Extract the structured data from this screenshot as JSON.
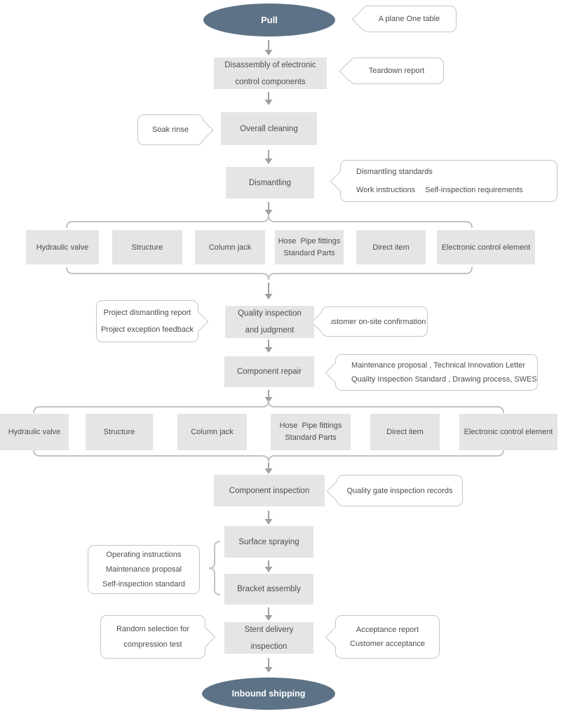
{
  "terminals": {
    "start": "Pull",
    "end": "Inbound shipping"
  },
  "process": {
    "disassembly_line1": "Disassembly of electronic",
    "disassembly_line2": "control components",
    "overall_cleaning": "Overall cleaning",
    "dismantling": "Dismantling",
    "quality_inspection_line1": "Quality inspection",
    "quality_inspection_line2": "and judgment",
    "component_repair": "Component repair",
    "component_inspection": "Component inspection",
    "surface_spraying": "Surface spraying",
    "bracket_assembly": "Bracket assembly",
    "stent_delivery_line1": "Stent delivery",
    "stent_delivery_line2": "inspection"
  },
  "components": [
    {
      "line1": "Hydraulic valve"
    },
    {
      "line1": "Structure"
    },
    {
      "line1": "Column jack"
    },
    {
      "line1": "Hose  Pipe fittings",
      "line2": "Standard Parts"
    },
    {
      "line1": "Direct item"
    },
    {
      "line1": "Electronic control element"
    }
  ],
  "callouts": {
    "plane_table": "A plane One table",
    "teardown_report": "Teardown report",
    "soak_rinse": "Soak rinse",
    "dismantling_docs_line1": "Dismantling standards",
    "dismantling_docs_line2a": "Work instructions",
    "dismantling_docs_line2b": "Self-inspection requirements",
    "project_line1": "Project dismantling report",
    "project_line2": "Project exception feedback",
    "customer_confirmation": "Customer on-site confirmation",
    "repair_docs_line1": "Maintenance proposal , Technical Innovation Letter",
    "repair_docs_line2": "Quality Inspection Standard , Drawing process, SWES",
    "quality_gate": "Quality gate inspection records",
    "operating_line1": "Operating instructions",
    "operating_line2": "Maintenance proposal",
    "operating_line3": "Self-inspection standard",
    "random_line1": "Random selection for",
    "random_line2": "compression test",
    "acceptance_line1": "Acceptance report",
    "acceptance_line2": "Customer acceptance"
  },
  "colors": {
    "terminal_fill": "#5d7286",
    "box_fill": "#e5e5e7",
    "callout_border": "#c6c6c6",
    "text": "#4d4d4d",
    "arrow": "#a0a0a0",
    "brace": "#c2c2c2"
  }
}
